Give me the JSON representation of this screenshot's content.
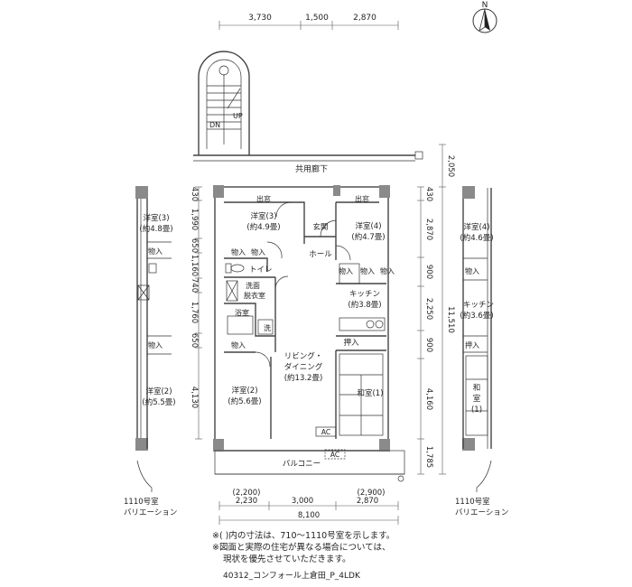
{
  "compass": {
    "label": "N"
  },
  "top_dims": [
    "3,730",
    "1,500",
    "2,870"
  ],
  "stair": {
    "dn": "DN",
    "up": "UP"
  },
  "corridor_label": "共用廊下",
  "rooms": {
    "exit_left": "出窓",
    "exit_right": "出窓",
    "room3_name": "洋室(3)",
    "room3_size": "(約4.9畳)",
    "room4_name": "洋室(4)",
    "room4_size": "(約4.7畳)",
    "genkan": "玄関",
    "hall": "ホール",
    "monoire": "物入",
    "toilet": "トイレ",
    "senmen1": "洗面",
    "senmen2": "脱衣室",
    "yokushitsu": "浴室",
    "sen": "洗",
    "kitchen_name": "キッチン",
    "kitchen_size": "(約3.8畳)",
    "oshiire": "押入",
    "living1": "リビング・",
    "living2": "ダイニング",
    "living_size": "(約13.2畳)",
    "washitsu": "和室(1)",
    "room2_name": "洋室(2)",
    "room2_size": "(約5.6畳)",
    "ac": "AC",
    "balcony": "バルコニー"
  },
  "left_dims": [
    "430",
    "1,990",
    "650",
    "1,160",
    "740",
    "1,760",
    "650",
    "4,130"
  ],
  "right_dims": [
    "430",
    "2,870",
    "900",
    "2,250",
    "900",
    "4,160",
    "1,785"
  ],
  "right_outer_dims": [
    "2,050",
    "11,510"
  ],
  "bottom_dims": {
    "alt_left": "(2,200)",
    "alt_right": "(2,900)",
    "a": "2,230",
    "b": "3,000",
    "c": "2,870",
    "total": "8,100"
  },
  "variation_left": {
    "room3_name": "洋室(3)",
    "room3_size": "(約4.8畳)",
    "monoire": "物入",
    "room2_name": "洋室(2)",
    "room2_size": "(約5.5畳)",
    "label1": "1110号室",
    "label2": "バリエーション"
  },
  "variation_right": {
    "room4_name": "洋室(4)",
    "room4_size": "(約4.6畳)",
    "monoire": "物入",
    "kitchen_name": "キッチン",
    "kitchen_size": "(約3.6畳)",
    "oshiire": "押入",
    "washitsu1": "和",
    "washitsu2": "室",
    "washitsu3": "(1)",
    "label1": "1110号室",
    "label2": "バリエーション"
  },
  "notes": [
    "※(  )内の寸法は、710～1110号室を示します。",
    "※図面と実際の住宅が異なる場合については、",
    "現状を優先させていただきます。"
  ],
  "code": "40312_コンフォール上倉田_P_4LDK"
}
